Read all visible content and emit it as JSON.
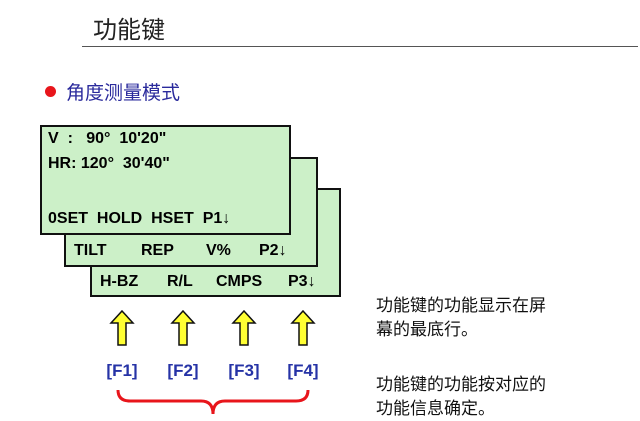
{
  "page_title": "功能键",
  "section_heading": "角度测量模式",
  "colors": {
    "bullet": "#e8151b",
    "heading": "#2a2a9c",
    "lcd_fill": "#ccf0c8",
    "arrow_fill": "#ffff33",
    "arrow_stroke": "#111111",
    "fkey": "#2633a6",
    "brace": "#e8151b"
  },
  "lcd_page1": {
    "line1": "V  :   90°  10'20\"",
    "line2": "HR: 120°  30'40\"",
    "line3": "0SET  HOLD  HSET  P1↓"
  },
  "lcd_page2": {
    "items": [
      "TILT",
      "REP",
      "V%",
      "P2↓"
    ]
  },
  "lcd_page3": {
    "items": [
      "H-BZ",
      "R/L",
      "CMPS",
      "P3↓"
    ]
  },
  "function_keys": [
    "[F1]",
    "[F2]",
    "[F3]",
    "[F4]"
  ],
  "icons": [
    "up-arrow-icon",
    "curly-brace-icon",
    "bullet-dot-icon"
  ],
  "descriptions": [
    [
      "功能键的功能显示在屏",
      "幕的最底行。"
    ],
    [
      "功能键的功能按对应的",
      "功能信息确定。"
    ]
  ]
}
